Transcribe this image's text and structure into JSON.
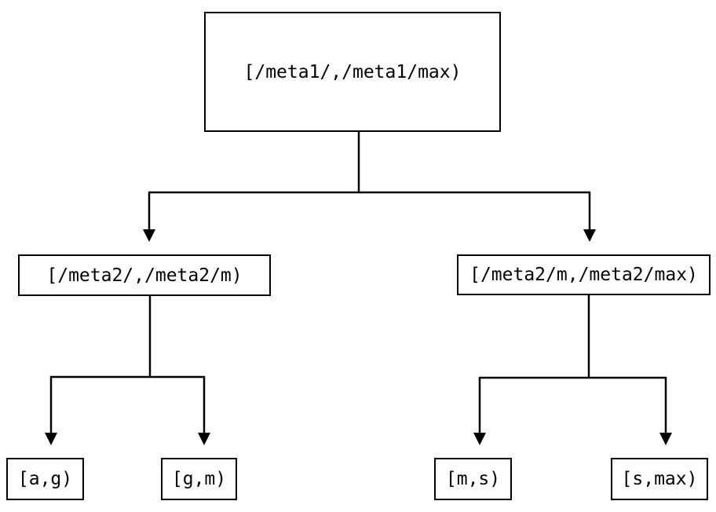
{
  "tree": {
    "label": "[/meta1/,/meta1/max)",
    "children": [
      {
        "label": "[/meta2/,/meta2/m)",
        "children": [
          {
            "label": "[a,g)"
          },
          {
            "label": "[g,m)"
          }
        ]
      },
      {
        "label": "[/meta2/m,/meta2/max)",
        "children": [
          {
            "label": "[m,s)"
          },
          {
            "label": "[s,max)"
          }
        ]
      }
    ]
  },
  "colors": {
    "background": "#ffffff",
    "line": "#000000",
    "box_border": "#000000",
    "box_fill": "#ffffff",
    "text": "#000000"
  }
}
